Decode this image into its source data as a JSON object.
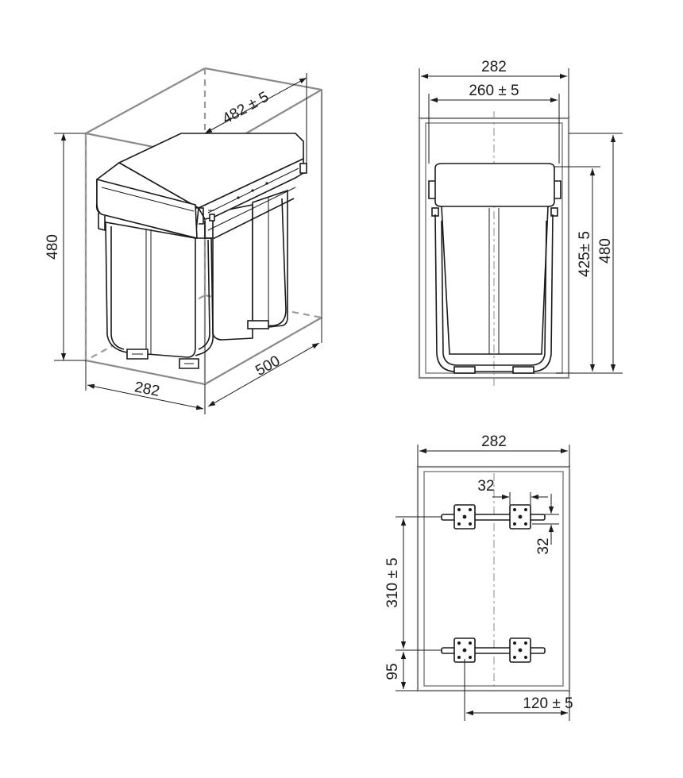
{
  "figure": {
    "colors": {
      "cabinet_outline": "#8a8a8a",
      "line": "#1a1a1a",
      "background": "#ffffff"
    }
  },
  "iso_view": {
    "dim_depth_slide": "482 ± 5",
    "dim_height": "480",
    "dim_width": "282",
    "dim_depth": "500"
  },
  "front_view": {
    "dim_outer_width": "282",
    "dim_inner_width": "260 ± 5",
    "dim_bin_height": "425± 5",
    "dim_height": "480"
  },
  "bottom_view": {
    "dim_width": "282",
    "dim_bracket_spacing_h": "32",
    "dim_bracket_spacing_v": "32",
    "dim_rail_spacing": "310 ± 5",
    "dim_front_offset": "95",
    "dim_side_offset": "120 ± 5"
  }
}
